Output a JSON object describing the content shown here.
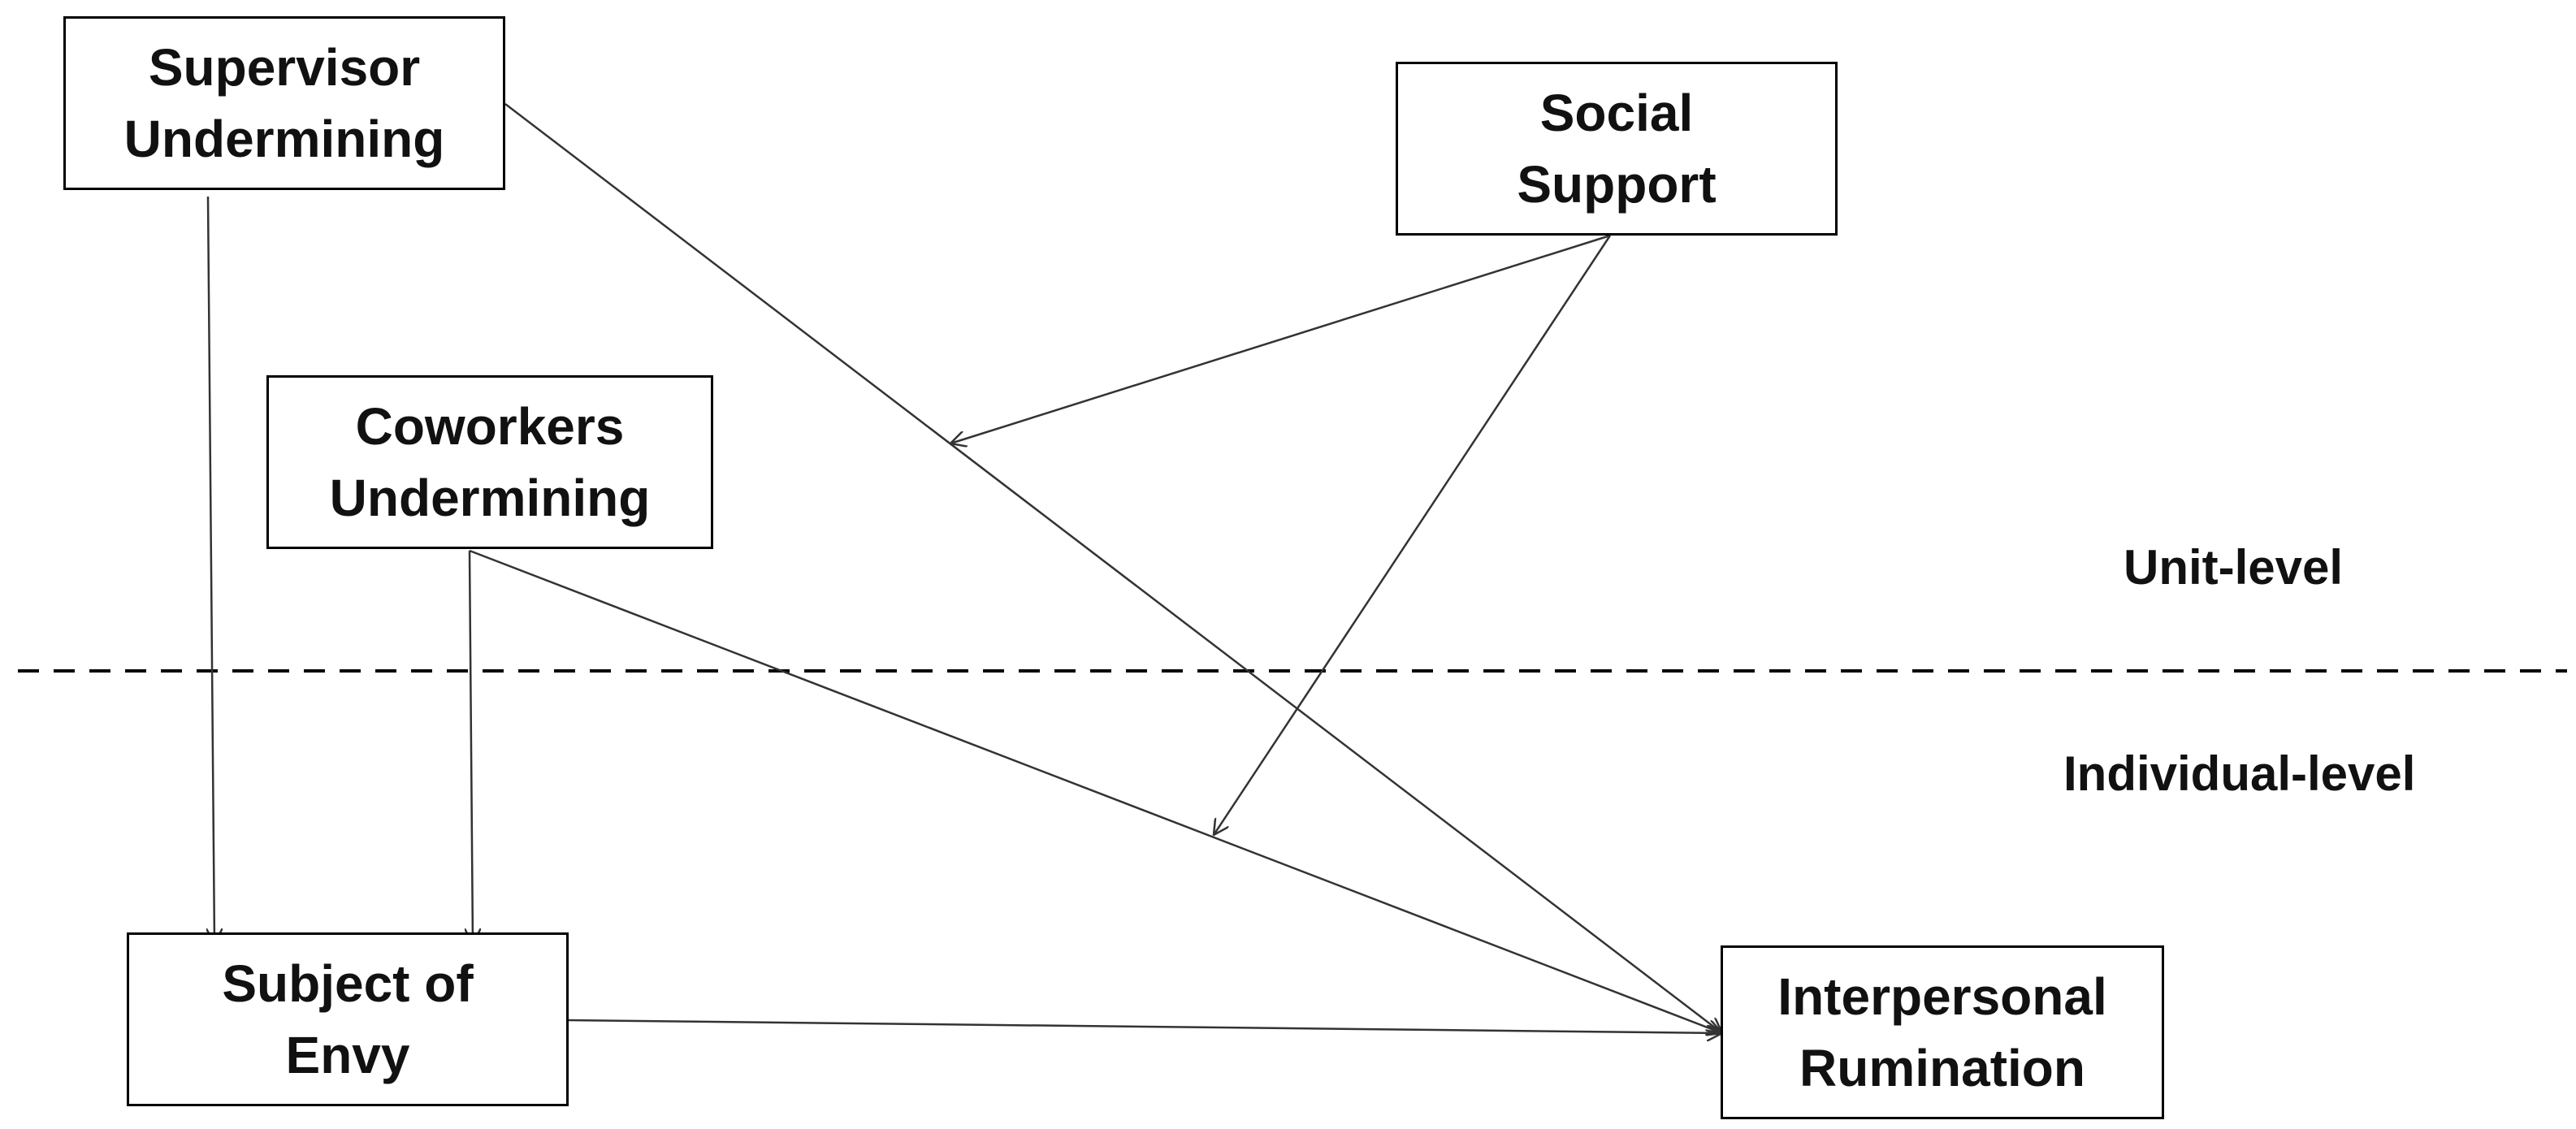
{
  "nodes": {
    "supervisor_undermining": {
      "line1": "Supervisor",
      "line2": "Undermining"
    },
    "social_support": {
      "line1": "Social",
      "line2": "Support"
    },
    "coworkers_undermining": {
      "line1": "Coworkers",
      "line2": "Undermining"
    },
    "subject_of_envy": {
      "line1": "Subject of",
      "line2": "Envy"
    },
    "interpersonal_rumination": {
      "line1": "Interpersonal",
      "line2": "Rumination"
    }
  },
  "levels": {
    "unit": "Unit-level",
    "individual": "Individual-level"
  },
  "edges": [
    {
      "from": "supervisor_undermining",
      "to": "subject_of_envy"
    },
    {
      "from": "supervisor_undermining",
      "to": "interpersonal_rumination"
    },
    {
      "from": "coworkers_undermining",
      "to": "subject_of_envy"
    },
    {
      "from": "coworkers_undermining",
      "to": "interpersonal_rumination"
    },
    {
      "from": "subject_of_envy",
      "to": "interpersonal_rumination"
    },
    {
      "from": "social_support",
      "to": "supervisor_undermining->interpersonal_rumination"
    },
    {
      "from": "social_support",
      "to": "coworkers_undermining->interpersonal_rumination"
    }
  ],
  "colors": {
    "stroke": "#000000",
    "arrow": "#333333",
    "text": "#111111",
    "background": "#ffffff"
  }
}
